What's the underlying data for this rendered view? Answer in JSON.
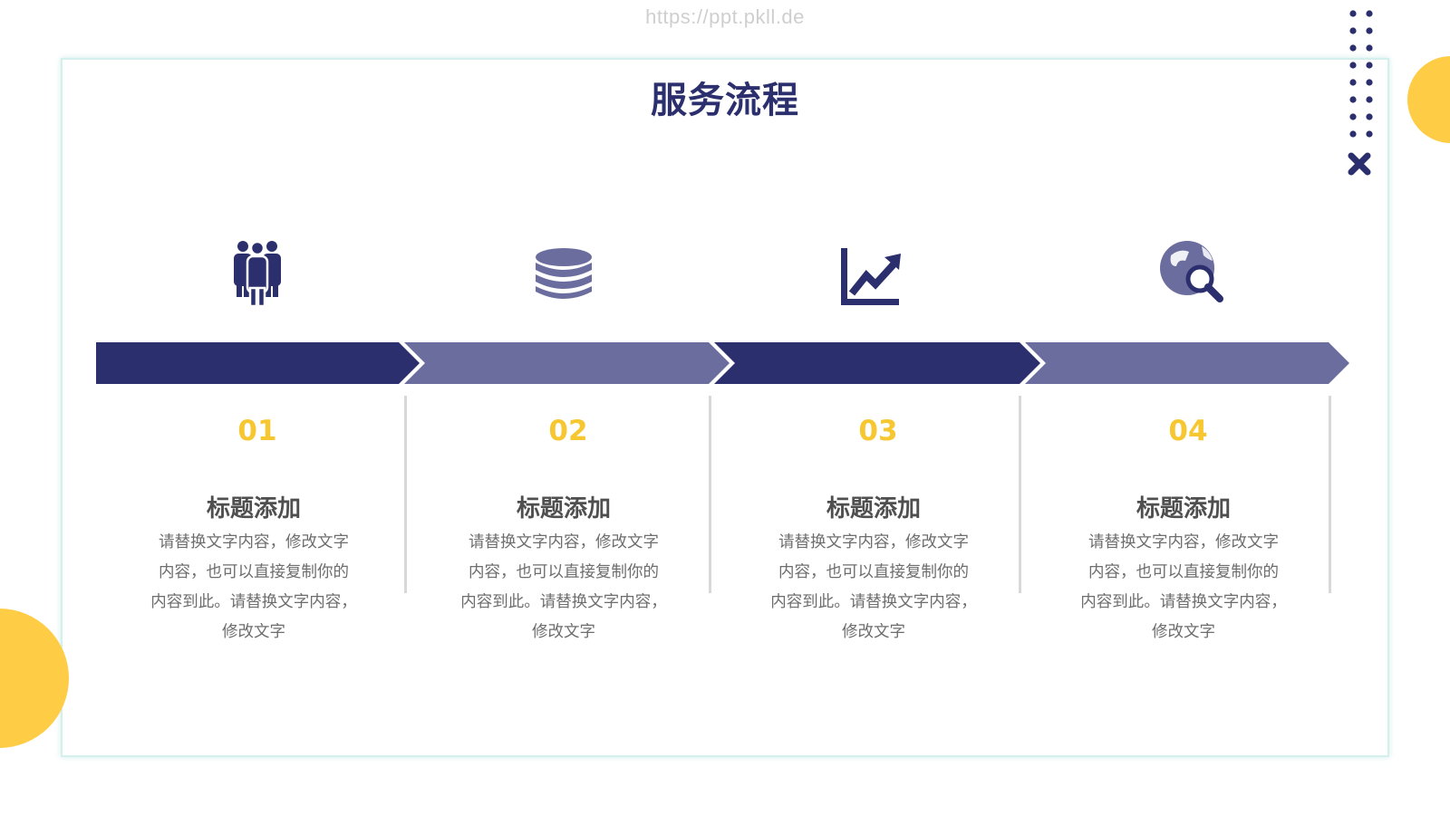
{
  "watermark": "https://ppt.pkll.de",
  "slide": {
    "title": "服务流程"
  },
  "steps": [
    {
      "number": "01",
      "title": "标题添加",
      "desc": [
        "请替换文字内容，修改文字",
        "内容，也可以直接复制你的",
        "内容到此。请替换文字内容，",
        "修改文字"
      ],
      "icon": "people-icon"
    },
    {
      "number": "02",
      "title": "标题添加",
      "desc": [
        "请替换文字内容，修改文字",
        "内容，也可以直接复制你的",
        "内容到此。请替换文字内容，",
        "修改文字"
      ],
      "icon": "database-icon"
    },
    {
      "number": "03",
      "title": "标题添加",
      "desc": [
        "请替换文字内容，修改文字",
        "内容，也可以直接复制你的",
        "内容到此。请替换文字内容，",
        "修改文字"
      ],
      "icon": "line-chart-icon"
    },
    {
      "number": "04",
      "title": "标题添加",
      "desc": [
        "请替换文字内容，修改文字",
        "内容，也可以直接复制你的",
        "内容到此。请替换文字内容，",
        "修改文字"
      ],
      "icon": "globe-search-icon"
    }
  ],
  "colors": {
    "navy": "#2c2f6e",
    "slate": "#6b6d9e",
    "yellow": "#fecd45",
    "number_yellow": "#f7c731"
  }
}
